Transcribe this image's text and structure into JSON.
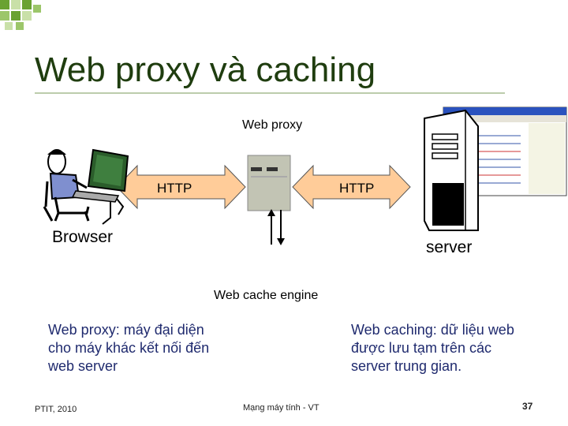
{
  "slide": {
    "title": "Web proxy và caching",
    "labels": {
      "web_proxy": "Web proxy",
      "browser": "Browser",
      "server": "server",
      "web_cache_engine": "Web cache engine",
      "http_left": "HTTP",
      "http_right": "HTTP"
    },
    "descriptions": {
      "left": "Web proxy: máy đại diện\ncho máy khác kết nối đến\nweb server",
      "right": "Web caching: dữ liệu web\nđược lưu tạm trên các\nserver trung gian."
    },
    "footer": {
      "left": "PTIT, 2010",
      "center": "Mạng máy tính - VT",
      "page_number": "37"
    }
  },
  "colors": {
    "title": "#1f3d0f",
    "corner_squares": [
      "#6aa232",
      "#9cc66a",
      "#c9e0a8"
    ],
    "arrow_fill": "#ffcc99",
    "arrow_stroke": "#555555",
    "description_text": "#1f2a6e"
  },
  "icons": [
    "corner-squares-icon",
    "person-at-computer-icon",
    "proxy-server-icon",
    "web-server-icon",
    "browser-window-icon"
  ]
}
